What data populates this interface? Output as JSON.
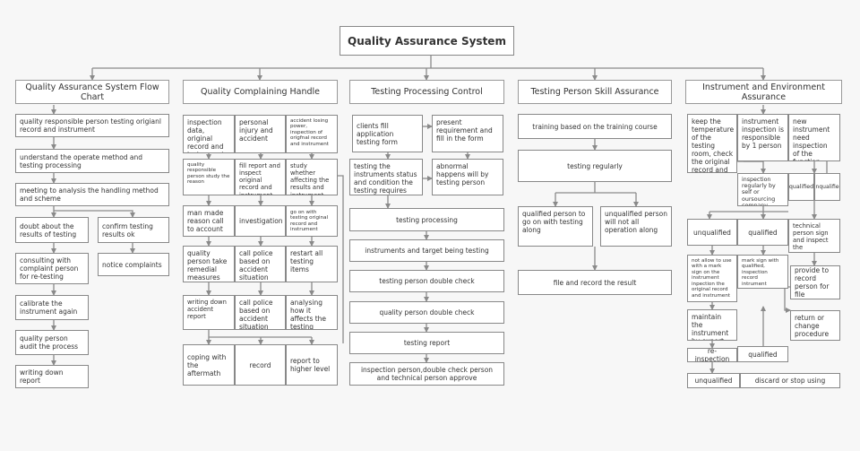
{
  "title": "Quality Assurance System",
  "columns": [
    "Quality Assurance System Flow Chart",
    "Quality Complaining Handle",
    "Testing Processing Control",
    "Testing Person Skill Assurance",
    "Instrument and Environment Assurance"
  ],
  "flow_chart": {
    "b1": "quality responsible person testing origianl record and instrument",
    "b2": "understand the operate method and testing processing",
    "b3": "meeting to analysis the handling method and scheme",
    "b4": "doubt about the results of testing",
    "b5": "consulting with complaint person for re-testing",
    "b6": "calibrate the instrument again",
    "b7": "quality person audit the process",
    "b8": "writing down report",
    "b9": "confirm testing results ok",
    "b10": "notice complaints"
  },
  "complaining": {
    "r1c1": "inspection data, original record and instrument",
    "r1c2": "personal injury and accident",
    "r1c3": "accident losing power, inspection of origfnal record and instrument",
    "r2c1": "quality responsible person study the reason",
    "r2c2": "fill report and inspect original record and instrument",
    "r2c3": "study whether affecting the results and instrument",
    "r3c1": "man made reason call to account",
    "r3c2": "investigation",
    "r3c3": "go on with testing original record and instrument",
    "r4c1": "quality person take remedial measures",
    "r4c2": "call police based on accident situation",
    "r4c3": "restart all testing items",
    "r5c1": "writing down accident report",
    "r5c2": "call police based on accident situation",
    "r5c3": "analysing how it affects the testing items",
    "r6c1": "coping with the aftermath",
    "r6c2": "record",
    "r6c3": "report to higher level"
  },
  "processing": {
    "b1": "clients fill application testing form",
    "b2": "present requirement and fill in the form",
    "b3": "testing the instruments status and condition the testing requires",
    "b4": "abnormal happens will by testing person",
    "b5": "testing processing",
    "b6": "instruments and target being testing",
    "b7": "testing person double check",
    "b8": "quality person double check",
    "b9": "testing report",
    "b10": "inspection person,double check person and technical person approve"
  },
  "skill": {
    "b1": "training based on the training course",
    "b2": "testing regularly",
    "b3": "qualified person to go on with testing along",
    "b4": "unqualified person will not all operation along",
    "b5": "file and record the result"
  },
  "instrument": {
    "t1": "keep the temperature of the testing room, check the original record and instrument",
    "t2": "instrument inspection is responsible by 1 person",
    "t3": "new instrument need inspection of the function, record",
    "m1": "inspection regularly by self or oursourcing company",
    "m2": "qualified",
    "m3": "unqualified",
    "u1": "unqualified",
    "u2": "qualified",
    "u3": "technical person sign and inspect the instrument record",
    "n1": "not allow to use with a mark sign on the instrument inpection the original record and instrument",
    "n2": "mark sign with qualified, inspection record intrument",
    "n3": "provide to record person for file",
    "p1": "maintain the instrument by expert",
    "p2": "return or change procedure",
    "r1": "re-inspection",
    "r2": "qualified",
    "s1": "unqualified",
    "s2": "discard or stop using"
  }
}
